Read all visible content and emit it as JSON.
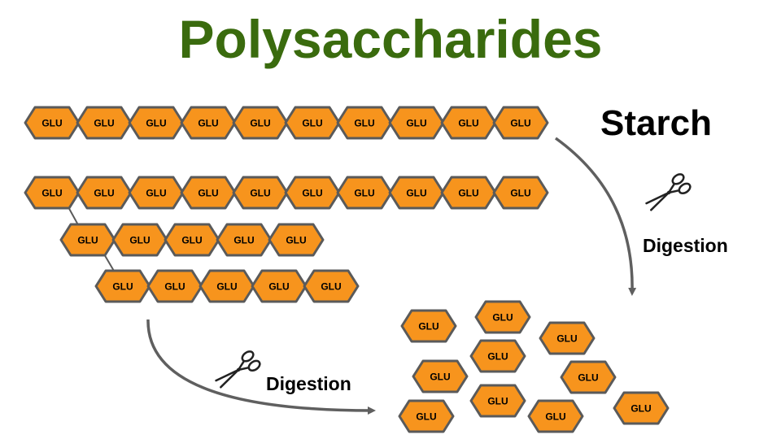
{
  "title": "Polysaccharides",
  "starch_label": "Starch",
  "digestion_label": "Digestion",
  "unit_label": "GLU",
  "colors": {
    "title": "#3a6b0e",
    "unit_fill": "#f7941d",
    "unit_stroke": "#5a5a5a",
    "arrow": "#5f5f5f",
    "text": "#000000"
  },
  "icons": {
    "scissors": "scissors-icon"
  }
}
